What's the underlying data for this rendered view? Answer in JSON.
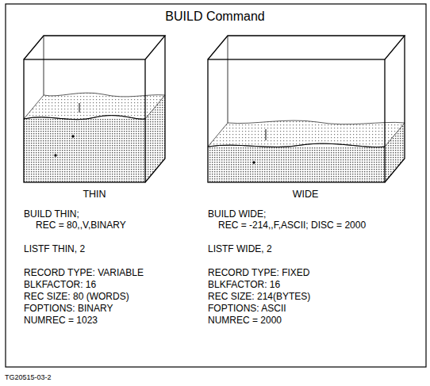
{
  "diagram": {
    "title": "BUILD Command",
    "nodes": [
      {
        "text": [
          "THIN"
        ]
      },
      {
        "text": [
          "WIDE"
        ]
      }
    ],
    "labels": [
      "BUILD THIN;",
      "REC = 80,,V,BINARY",
      "LISTF THIN, 2",
      "RECORD TYPE: VARIABLE",
      "BLKFACTOR: 16",
      "REC SIZE: 80 (WORDS)",
      "FOPTIONS: BINARY",
      "NUMREC = 1023",
      "BUILD WIDE;",
      "REC = -214,,F,ASCII; DISC = 2000",
      "LISTF WIDE, 2",
      "RECORD TYPE: FIXED",
      "BLKFACTOR: 16",
      "REC SIZE: 214(BYTES)",
      "FOPTIONS: ASCII",
      "NUMREC = 2000",
      "TG20515-03-2"
    ]
  }
}
